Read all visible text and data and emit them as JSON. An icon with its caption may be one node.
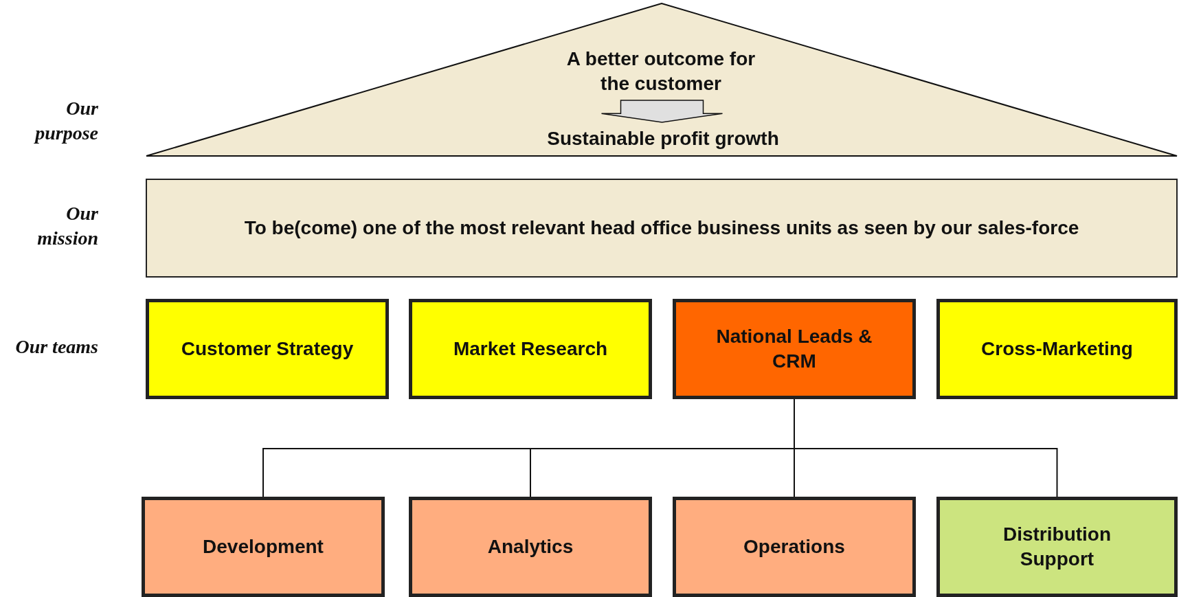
{
  "diagram": {
    "nodes": [
      {
        "text": [],
        "shape": "triangle"
      },
      {
        "text": [
          "A better outcome for the customer"
        ],
        "in": 0
      },
      {
        "text": [
          "Sustainable profit growth"
        ],
        "in": 0
      },
      {
        "text": [
          "To be(come) one of the most relevant head office business units as seen by our sales-force"
        ]
      },
      {
        "text": [
          "Customer Strategy"
        ]
      },
      {
        "text": [
          "Market Research"
        ]
      },
      {
        "text": [
          "National Leads & CRM"
        ]
      },
      {
        "text": [
          "Cross-Marketing"
        ]
      },
      {
        "text": [
          "Development"
        ]
      },
      {
        "text": [
          "Analytics"
        ]
      },
      {
        "text": [
          "Operations"
        ]
      },
      {
        "text": [
          "Distribution Support"
        ]
      }
    ],
    "edges": [
      {
        "from": 1,
        "to": 2,
        "arrow": "to"
      },
      {
        "from": 6,
        "to": 8,
        "arrow": "none"
      },
      {
        "from": 6,
        "to": 9,
        "arrow": "none"
      },
      {
        "from": 6,
        "to": 10,
        "arrow": "none"
      },
      {
        "from": 6,
        "to": 11,
        "arrow": "none"
      }
    ],
    "labels": [
      "Our purpose",
      "Our mission",
      "Our teams"
    ]
  }
}
